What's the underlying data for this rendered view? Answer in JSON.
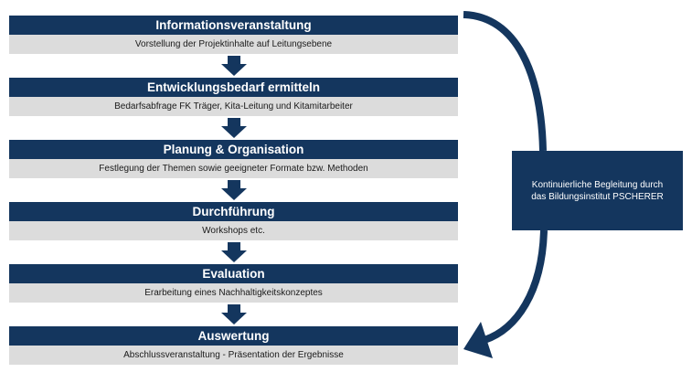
{
  "steps": [
    {
      "title": "Informationsveranstaltung",
      "description": "Vorstellung der Projektinhalte auf Leitungsebene"
    },
    {
      "title": "Entwicklungsbedarf ermitteln",
      "description": "Bedarfsabfrage FK Träger, Kita-Leitung und Kitamitarbeiter"
    },
    {
      "title": "Planung & Organisation",
      "description": "Festlegung der Themen sowie geeigneter Formate bzw. Methoden"
    },
    {
      "title": "Durchführung",
      "description": "Workshops etc."
    },
    {
      "title": "Evaluation",
      "description": "Erarbeitung eines Nachhaltigkeitskonzeptes"
    },
    {
      "title": "Auswertung",
      "description": "Abschlussveranstaltung - Präsentation der Ergebnisse"
    }
  ],
  "side_box": {
    "line1": "Kontinuierliche Begleitung durch",
    "line2": "das Bildungsinstitut PSCHERER"
  },
  "colors": {
    "primary": "#14365e",
    "description_bg": "#dcdcdc",
    "text_light": "#ffffff",
    "text_dark": "#1a1a1a"
  }
}
